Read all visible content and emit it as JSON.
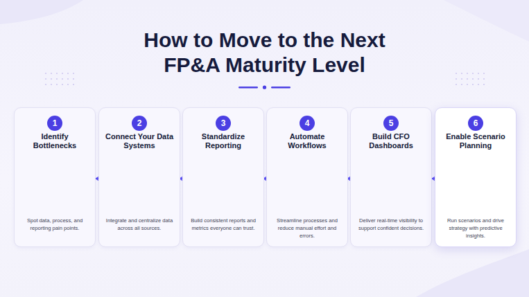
{
  "diagram": {
    "title": "How to Move to the Next FP&A Maturity Level",
    "nodes": [
      {
        "text": [
          "Identify Bottlenecks",
          "Spot data, process, and reporting pain points."
        ]
      },
      {
        "text": [
          "1"
        ],
        "in": 0
      },
      {
        "text": [
          "Connect Your Data Systems",
          "Integrate and centralize data across all sources."
        ]
      },
      {
        "text": [
          "2"
        ],
        "in": 2
      },
      {
        "text": [
          "Standardize Reporting",
          "Build consistent reports and metrics everyone can trust."
        ]
      },
      {
        "text": [
          "3"
        ],
        "in": 4
      },
      {
        "text": [
          "Automate Workflows",
          "Streamline processes and reduce manual effort and errors."
        ]
      },
      {
        "text": [
          "4"
        ],
        "in": 6
      },
      {
        "text": [
          "Build CFO Dashboards",
          "Deliver real-time visibility to support confident decisions."
        ]
      },
      {
        "text": [
          "5"
        ],
        "in": 8
      },
      {
        "text": [
          "Enable Scenario Planning",
          "Run scenarios and drive strategy with predictive insights."
        ]
      },
      {
        "text": [
          "6"
        ],
        "in": 10
      }
    ],
    "edges": [
      {
        "from": 0,
        "to": 2,
        "arrow": "to"
      },
      {
        "from": 2,
        "to": 4,
        "arrow": "to"
      },
      {
        "from": 4,
        "to": 6,
        "arrow": "to"
      },
      {
        "from": 6,
        "to": 8,
        "arrow": "to"
      },
      {
        "from": 8,
        "to": 10,
        "arrow": "to"
      }
    ]
  }
}
